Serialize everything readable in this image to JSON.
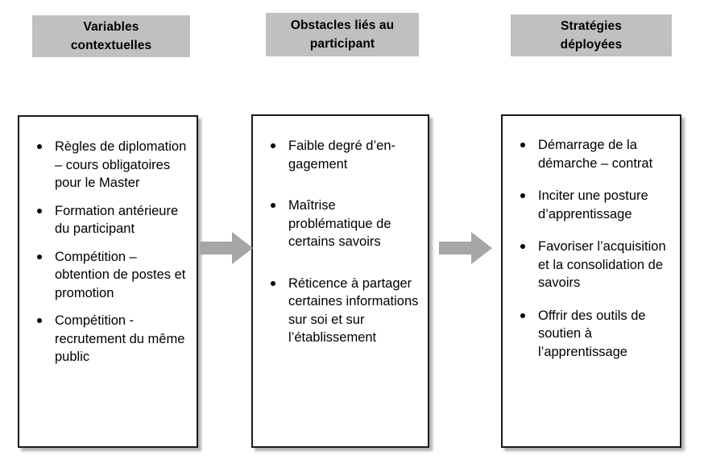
{
  "diagram": {
    "title_row": [
      {
        "id": "variables-contextuelles",
        "lines": [
          "Variables",
          "contextuelles"
        ]
      },
      {
        "id": "obstacles-participant",
        "lines": [
          "Obstacles liés au",
          "participant"
        ]
      },
      {
        "id": "strategies-deployees",
        "lines": [
          "Stratégies",
          "déployées"
        ]
      }
    ],
    "columns": [
      {
        "id": "variables-contextuelles",
        "bullets": [
          "Règles de diplomation – cours obligatoires pour le Master",
          "Formation antérieure du participant",
          "Compétition – obtention de postes et promotion",
          "Compétition - recrutement du même public"
        ]
      },
      {
        "id": "obstacles-participant",
        "bullets": [
          "Faible degré d’en-gagement",
          "Maîtrise problématique de certains savoirs",
          "Réticence à partager certaines informations sur soi et sur l’établissement"
        ]
      },
      {
        "id": "strategies-deployees",
        "bullets": [
          "Démarrage  de la démarche – contrat",
          "Inciter une posture d’apprentissage",
          "Favoriser l’acquisition et la consolidation de savoirs",
          "Offrir des outils de soutien à l’apprentissage"
        ]
      }
    ],
    "arrows": [
      {
        "id": "arrow-variables-to-obstacles",
        "direction": "right"
      },
      {
        "id": "arrow-obstacles-to-strategies",
        "direction": "right"
      }
    ],
    "colors": {
      "header_fill": "#c0c0c0",
      "box_border": "#1a1a1a",
      "box_fill": "#ffffff",
      "arrow_fill": "#a6a6a6",
      "text": "#000000"
    }
  }
}
